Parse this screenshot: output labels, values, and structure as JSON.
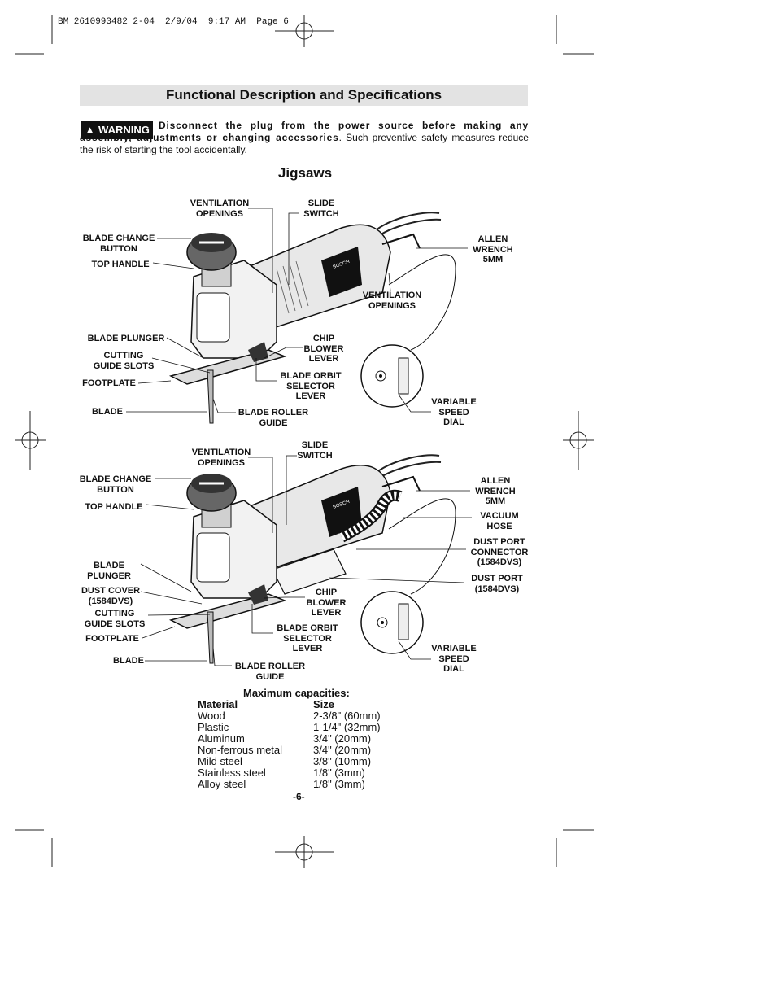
{
  "slug": "BM 2610993482 2-04  2/9/04  9:17 AM  Page 6",
  "page_title": "Functional Description and Specifications",
  "warning": {
    "badge": "WARNING",
    "bold_text": "Disconnect the plug from the power source before making any assembly, adjustments or changing accessories",
    "rest_text": ".  Such preventive safety measures reduce the risk of starting the tool accidentally."
  },
  "section_title": "Jigsaws",
  "diagram1": {
    "labels": {
      "ventilation_top": "VENTILATION\nOPENINGS",
      "slide_switch": "SLIDE\nSWITCH",
      "blade_change_button": "BLADE CHANGE\nBUTTON",
      "top_handle": "TOP HANDLE",
      "allen_wrench": "ALLEN\nWRENCH\n5MM",
      "ventilation_side": "VENTILATION\nOPENINGS",
      "blade_plunger": "BLADE PLUNGER",
      "chip_blower": "CHIP\nBLOWER\nLEVER",
      "cutting_guide": "CUTTING\nGUIDE SLOTS",
      "blade_orbit": "BLADE ORBIT\nSELECTOR\nLEVER",
      "footplate": "FOOTPLATE",
      "variable_speed": "VARIABLE\nSPEED\nDIAL",
      "blade": "BLADE",
      "blade_roller": "BLADE ROLLER\nGUIDE"
    }
  },
  "diagram2": {
    "labels": {
      "ventilation_top": "VENTILATION\nOPENINGS",
      "slide_switch": "SLIDE\nSWITCH",
      "blade_change_button": "BLADE CHANGE\nBUTTON",
      "top_handle": "TOP HANDLE",
      "allen_wrench": "ALLEN\nWRENCH\n5MM",
      "vacuum_hose": "VACUUM\nHOSE",
      "dust_port_connector": "DUST PORT\nCONNECTOR\n(1584DVS)",
      "blade_plunger": "BLADE\nPLUNGER",
      "dust_port": "DUST PORT\n(1584DVS)",
      "dust_cover": "DUST COVER\n(1584DVS)",
      "chip_blower": "CHIP\nBLOWER\nLEVER",
      "cutting_guide": "CUTTING\nGUIDE SLOTS",
      "blade_orbit": "BLADE ORBIT\nSELECTOR\nLEVER",
      "footplate": "FOOTPLATE",
      "variable_speed": "VARIABLE\nSPEED\nDIAL",
      "blade": "BLADE",
      "blade_roller": "BLADE ROLLER\nGUIDE"
    }
  },
  "brand": "BOSCH",
  "capacities": {
    "heading": "Maximum  capacities:",
    "col_material": "Material",
    "col_size": "Size",
    "rows": [
      {
        "material": "Wood",
        "size": "2-3/8\"  (60mm)"
      },
      {
        "material": "Plastic",
        "size": "1-1/4\"  (32mm)"
      },
      {
        "material": "Aluminum",
        "size": "3/4\"  (20mm)"
      },
      {
        "material": "Non-ferrous metal",
        "size": "3/4\"  (20mm)"
      },
      {
        "material": "Mild steel",
        "size": "3/8\"  (10mm)"
      },
      {
        "material": "Stainless steel",
        "size": "1/8\"  (3mm)"
      },
      {
        "material": "Alloy steel",
        "size": "1/8\"  (3mm)"
      }
    ]
  },
  "page_number": "-6-"
}
